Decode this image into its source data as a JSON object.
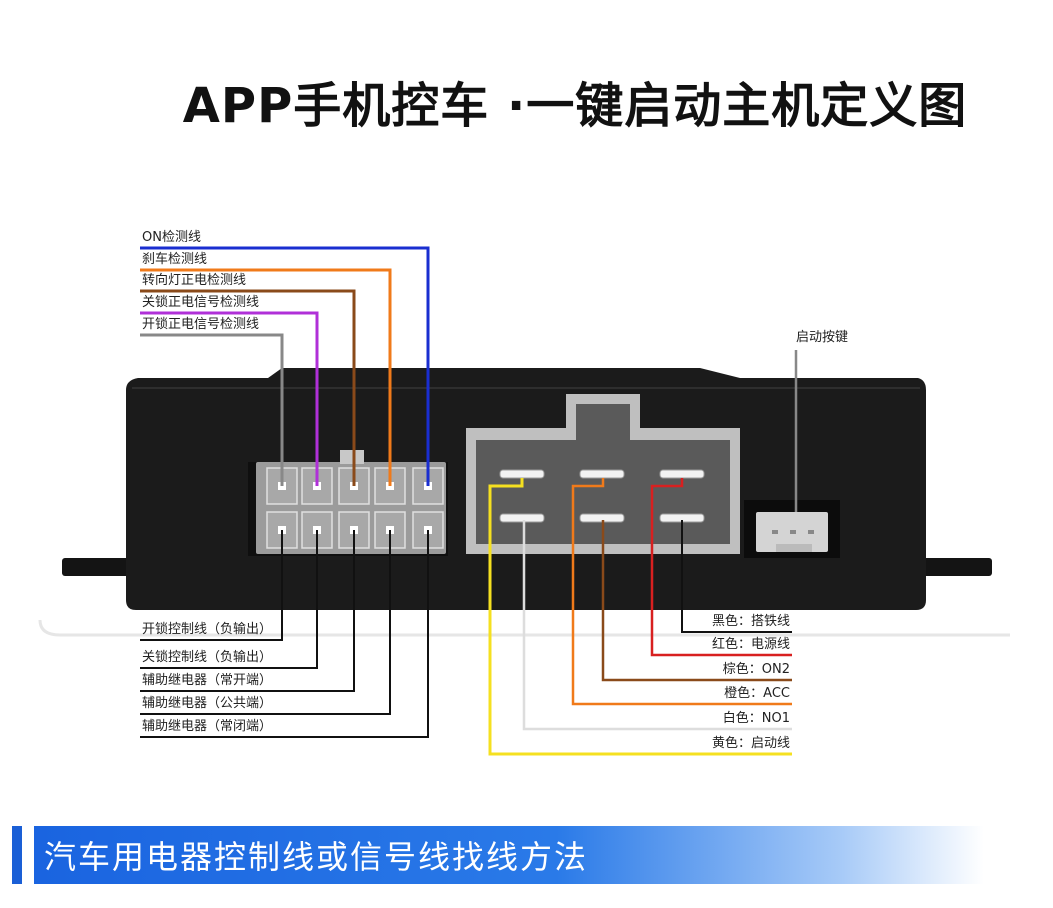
{
  "title": "APP手机控车 ·一键启动主机定义图",
  "top_labels": [
    "ON检测线",
    "刹车检测线",
    "转向灯正电检测线",
    "关锁正电信号检测线",
    "开锁正电信号检测线"
  ],
  "start_button_label": "启动按键",
  "bottom_left_labels": [
    "开锁控制线（负输出）",
    "关锁控制线（负输出）",
    "辅助继电器（常开端）",
    "辅助继电器（公共端）",
    "辅助继电器（常闭端）"
  ],
  "right_labels": [
    "黑色：搭铁线",
    "红色：电源线",
    "棕色：ON2",
    "橙色：ACC",
    "白色：NO1",
    "黄色：启动线"
  ],
  "wire_colors": {
    "blue": "#1a2ed0",
    "orange": "#f07a1a",
    "brown": "#8a4a1a",
    "purple": "#b030d8",
    "gray": "#888888",
    "black": "#111111",
    "red": "#d82020",
    "white": "#dddddd",
    "yellow": "#f5e020"
  },
  "banner_text": "汽车用电器控制线或信号线找线方法"
}
